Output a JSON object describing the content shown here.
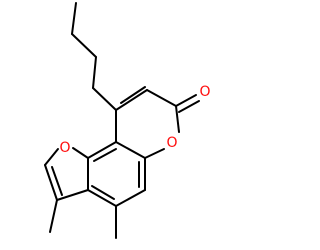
{
  "structure": {
    "colors": {
      "bond": "#000000",
      "oxygen": "#ff0d0d"
    },
    "atoms": [
      {
        "id": "o-furan",
        "label": "O"
      },
      {
        "id": "o-ring",
        "label": "O"
      },
      {
        "id": "o-carbonyl",
        "label": "O"
      }
    ]
  }
}
